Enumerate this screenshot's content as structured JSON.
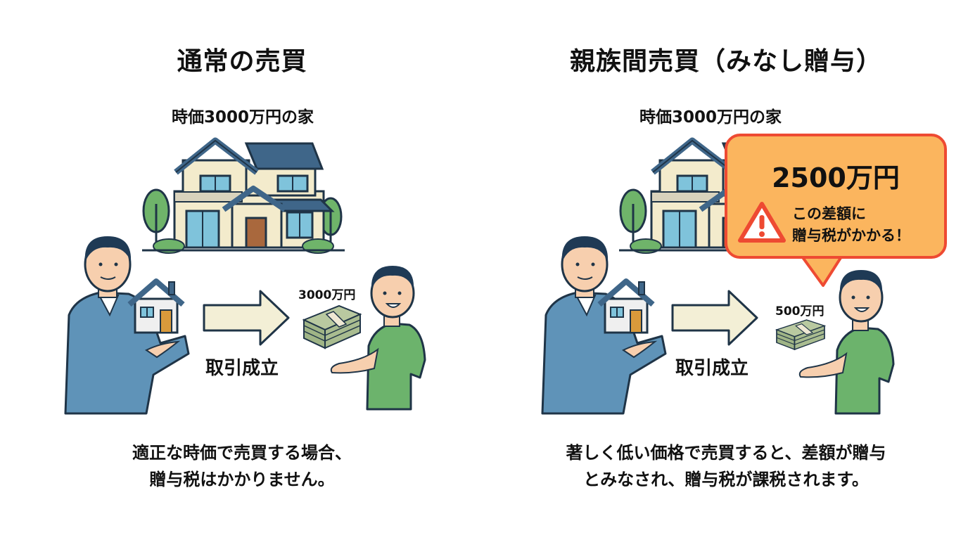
{
  "left": {
    "title": "通常の売買",
    "house_label": "時価3000万円の家",
    "money_label": "3000万円",
    "deal_label": "取引成立",
    "caption_line1": "適正な時価で売買する場合、",
    "caption_line2": "贈与税はかかりません。"
  },
  "right": {
    "title": "親族間売買（みなし贈与）",
    "house_label": "時価3000万円の家",
    "money_label": "500万円",
    "deal_label": "取引成立",
    "caption_line1": "著しく低い価格で売買すると、差額が贈与",
    "caption_line2": "とみなされ、贈与税が課税されます。",
    "callout": {
      "amount": "2500万円",
      "message_line1": "この差額に",
      "message_line2": "贈与税がかかる！",
      "icon": "warning-triangle-icon"
    }
  },
  "colors": {
    "roof": "#3f6689",
    "wall": "#f3ebcc",
    "window": "#7fc3db",
    "door": "#a9683d",
    "tree": "#6fb46a",
    "outline": "#1f3447",
    "seller_shirt": "#5f93b8",
    "buyer_shirt": "#6cb36c",
    "skin": "#f7cfae",
    "hair": "#1f3a55",
    "arrow": "#f3efd6",
    "callout_fill": "#fbb55e",
    "callout_border": "#ee4a32",
    "money": "#b9c9a0"
  }
}
